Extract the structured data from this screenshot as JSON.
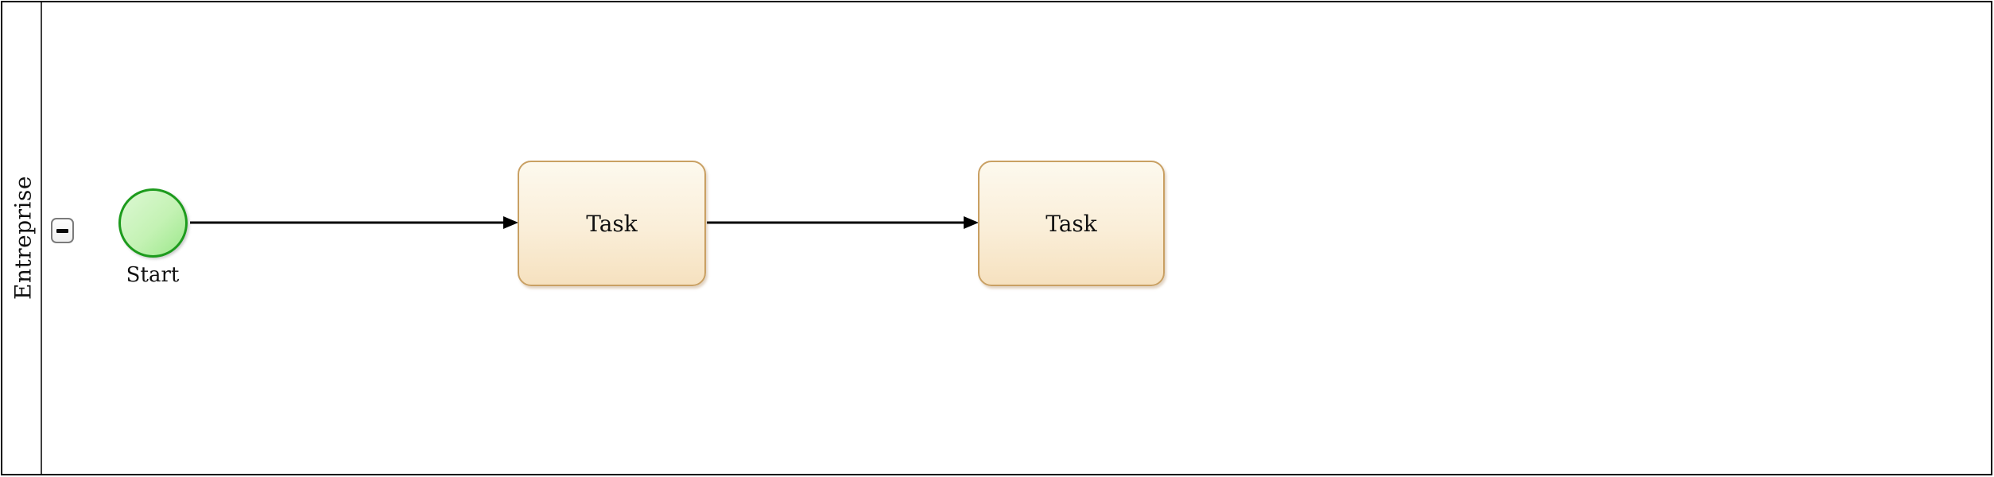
{
  "pool": {
    "label": "Entreprise",
    "collapse_button": {
      "icon": "minus-icon",
      "glyph": "−"
    }
  },
  "nodes": [
    {
      "type": "start-event",
      "label": "Start"
    },
    {
      "type": "task",
      "label": "Task"
    },
    {
      "type": "task",
      "label": "Task"
    }
  ],
  "edges": [
    {
      "from": "start-event",
      "to": "task-1",
      "kind": "sequence-flow"
    },
    {
      "from": "task-1",
      "to": "task-2",
      "kind": "sequence-flow"
    }
  ],
  "colors": {
    "start_event_fill_top": "#ddf8d4",
    "start_event_fill_bottom": "#9ce88b",
    "start_event_stroke": "#1d9b1d",
    "task_fill_top": "#fdf9ee",
    "task_fill_bottom": "#f6e1bf",
    "task_stroke": "#c9a063",
    "pool_border": "#000000",
    "lane_divider": "#3f3f3f",
    "connector": "#000000",
    "collapse_button_border": "#7b7b7b",
    "collapse_button_fill": "#fafafa"
  }
}
